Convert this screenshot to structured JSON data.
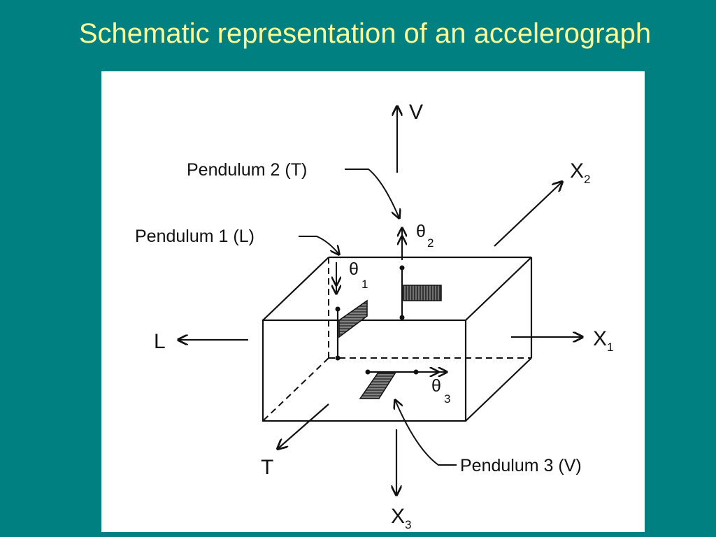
{
  "slide": {
    "title": "Schematic representation of an accelerograph"
  },
  "diagram": {
    "axes": {
      "vertical": "V",
      "longitudinal": "L",
      "transverse": "T",
      "x1_main": "X",
      "x1_sub": "1",
      "x2_main": "X",
      "x2_sub": "2",
      "x3_main": "X",
      "x3_sub": "3"
    },
    "pendulums": {
      "p1": "Pendulum 1 (L)",
      "p2": "Pendulum 2 (T)",
      "p3": "Pendulum 3 (V)"
    },
    "rotations": {
      "theta_symbol": "θ",
      "theta1_sub": "1",
      "theta2_sub": "2",
      "theta3_sub": "3"
    }
  }
}
